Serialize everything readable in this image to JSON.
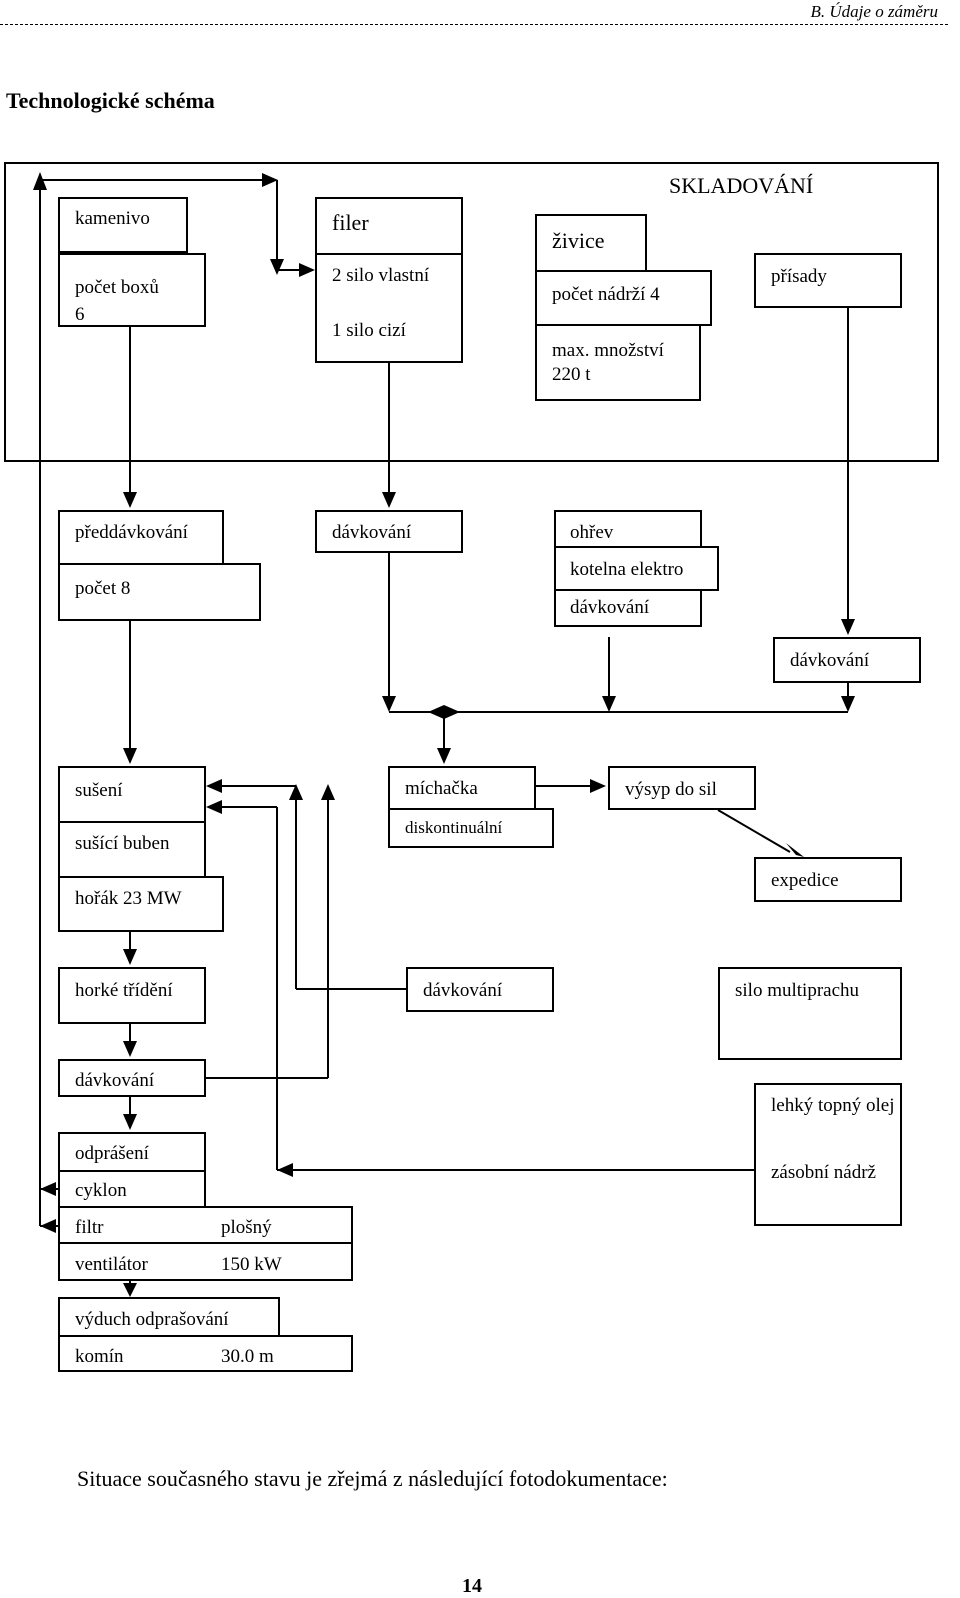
{
  "header_note": "B. Údaje o záměru",
  "title": "Technologické schéma",
  "skladovani_label": "SKLADOVÁNÍ",
  "kamenivo": {
    "title": "kamenivo",
    "line1": "počet  boxů",
    "line2": "6"
  },
  "filer": {
    "title": "filer",
    "line1": "2 silo vlastní",
    "line2": "1 silo cizí"
  },
  "zivice": {
    "title": "živice",
    "line1": "počet nádrží 4",
    "line2": "max. množství",
    "line3": "220 t"
  },
  "prisady": "přísady",
  "preddavkovani": {
    "title": "předdávkování",
    "line1": "počet 8"
  },
  "davkovani_filer": "dávkování",
  "ohrev": {
    "title": "ohřev",
    "line1": "kotelna elektro",
    "line2": "dávkování"
  },
  "davkovani_prisady": "dávkování",
  "suseni": {
    "title": "sušení",
    "line1": "sušící buben",
    "line2": "hořák 23 MW"
  },
  "michacka": {
    "title": "míchačka",
    "line1": "diskontinuální"
  },
  "vysyp": "výsyp do sil",
  "expedice": "expedice",
  "horke_trideni": "horké třídění",
  "davkovani_mid": "dávkování",
  "silo_multiprachu": "silo multiprachu",
  "davkovani_lower": "dávkování",
  "lehky_olej": {
    "line1": "lehký  topný olej",
    "line2": "zásobní nádrž"
  },
  "odpraseni": {
    "title": "odprášení",
    "line1": "cyklon",
    "filtr": "filtr",
    "filtr_value": "plošný",
    "ventilator": "ventilátor",
    "ventilator_value": "150 kW"
  },
  "vyduch": {
    "title": "výduch odprašování",
    "komin": "komín",
    "komin_value": "30.0 m"
  },
  "footer_text": "Situace současného stavu je zřejmá z následující fotodokumentace:",
  "page_number": "14"
}
